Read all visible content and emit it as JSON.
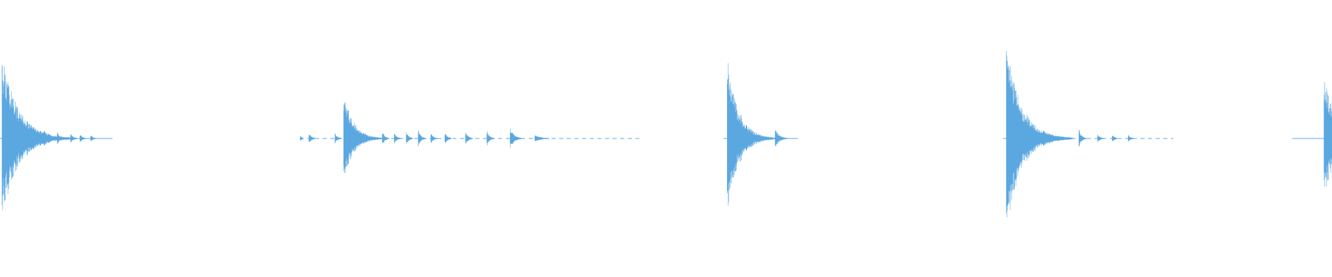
{
  "waveform": {
    "color": "#5ba7e0",
    "background": "#ffffff",
    "amplitude_max": 1.0,
    "clips": [
      {
        "start": 0.0,
        "end": 0.0845
      },
      {
        "start": 0.225,
        "end": 0.48
      },
      {
        "start": 0.543,
        "end": 0.599
      },
      {
        "start": 0.753,
        "end": 0.881
      },
      {
        "start": 0.97,
        "end": 1.0
      }
    ],
    "transients": [
      {
        "t": 0.0015,
        "amp": 0.89,
        "decay": 0.012
      },
      {
        "t": 0.0105,
        "amp": 0.22,
        "decay": 0.004
      },
      {
        "t": 0.033,
        "amp": 0.11,
        "decay": 0.002
      },
      {
        "t": 0.036,
        "amp": 0.08,
        "decay": 0.002
      },
      {
        "t": 0.043,
        "amp": 0.07,
        "decay": 0.002
      },
      {
        "t": 0.053,
        "amp": 0.06,
        "decay": 0.002
      },
      {
        "t": 0.06,
        "amp": 0.05,
        "decay": 0.002
      },
      {
        "t": 0.068,
        "amp": 0.04,
        "decay": 0.002
      },
      {
        "t": 0.2255,
        "amp": 0.04,
        "decay": 0.001
      },
      {
        "t": 0.232,
        "amp": 0.06,
        "decay": 0.002
      },
      {
        "t": 0.2515,
        "amp": 0.06,
        "decay": 0.002
      },
      {
        "t": 0.258,
        "amp": 0.51,
        "decay": 0.007
      },
      {
        "t": 0.265,
        "amp": 0.12,
        "decay": 0.003
      },
      {
        "t": 0.287,
        "amp": 0.08,
        "decay": 0.002
      },
      {
        "t": 0.296,
        "amp": 0.06,
        "decay": 0.002
      },
      {
        "t": 0.305,
        "amp": 0.07,
        "decay": 0.002
      },
      {
        "t": 0.314,
        "amp": 0.09,
        "decay": 0.002
      },
      {
        "t": 0.3235,
        "amp": 0.06,
        "decay": 0.002
      },
      {
        "t": 0.334,
        "amp": 0.07,
        "decay": 0.002
      },
      {
        "t": 0.3495,
        "amp": 0.08,
        "decay": 0.002
      },
      {
        "t": 0.3655,
        "amp": 0.09,
        "decay": 0.002
      },
      {
        "t": 0.383,
        "amp": 0.11,
        "decay": 0.003
      },
      {
        "t": 0.4015,
        "amp": 0.04,
        "decay": 0.005
      },
      {
        "t": 0.546,
        "amp": 0.9,
        "decay": 0.008
      },
      {
        "t": 0.557,
        "amp": 0.12,
        "decay": 0.003
      },
      {
        "t": 0.582,
        "amp": 0.12,
        "decay": 0.003
      },
      {
        "t": 0.7555,
        "amp": 1.0,
        "decay": 0.011
      },
      {
        "t": 0.768,
        "amp": 0.13,
        "decay": 0.003
      },
      {
        "t": 0.7835,
        "amp": 0.1,
        "decay": 0.003
      },
      {
        "t": 0.81,
        "amp": 0.1,
        "decay": 0.002
      },
      {
        "t": 0.824,
        "amp": 0.05,
        "decay": 0.002
      },
      {
        "t": 0.835,
        "amp": 0.04,
        "decay": 0.002
      },
      {
        "t": 0.847,
        "amp": 0.04,
        "decay": 0.002
      },
      {
        "t": 0.994,
        "amp": 0.72,
        "decay": 0.008
      }
    ]
  }
}
